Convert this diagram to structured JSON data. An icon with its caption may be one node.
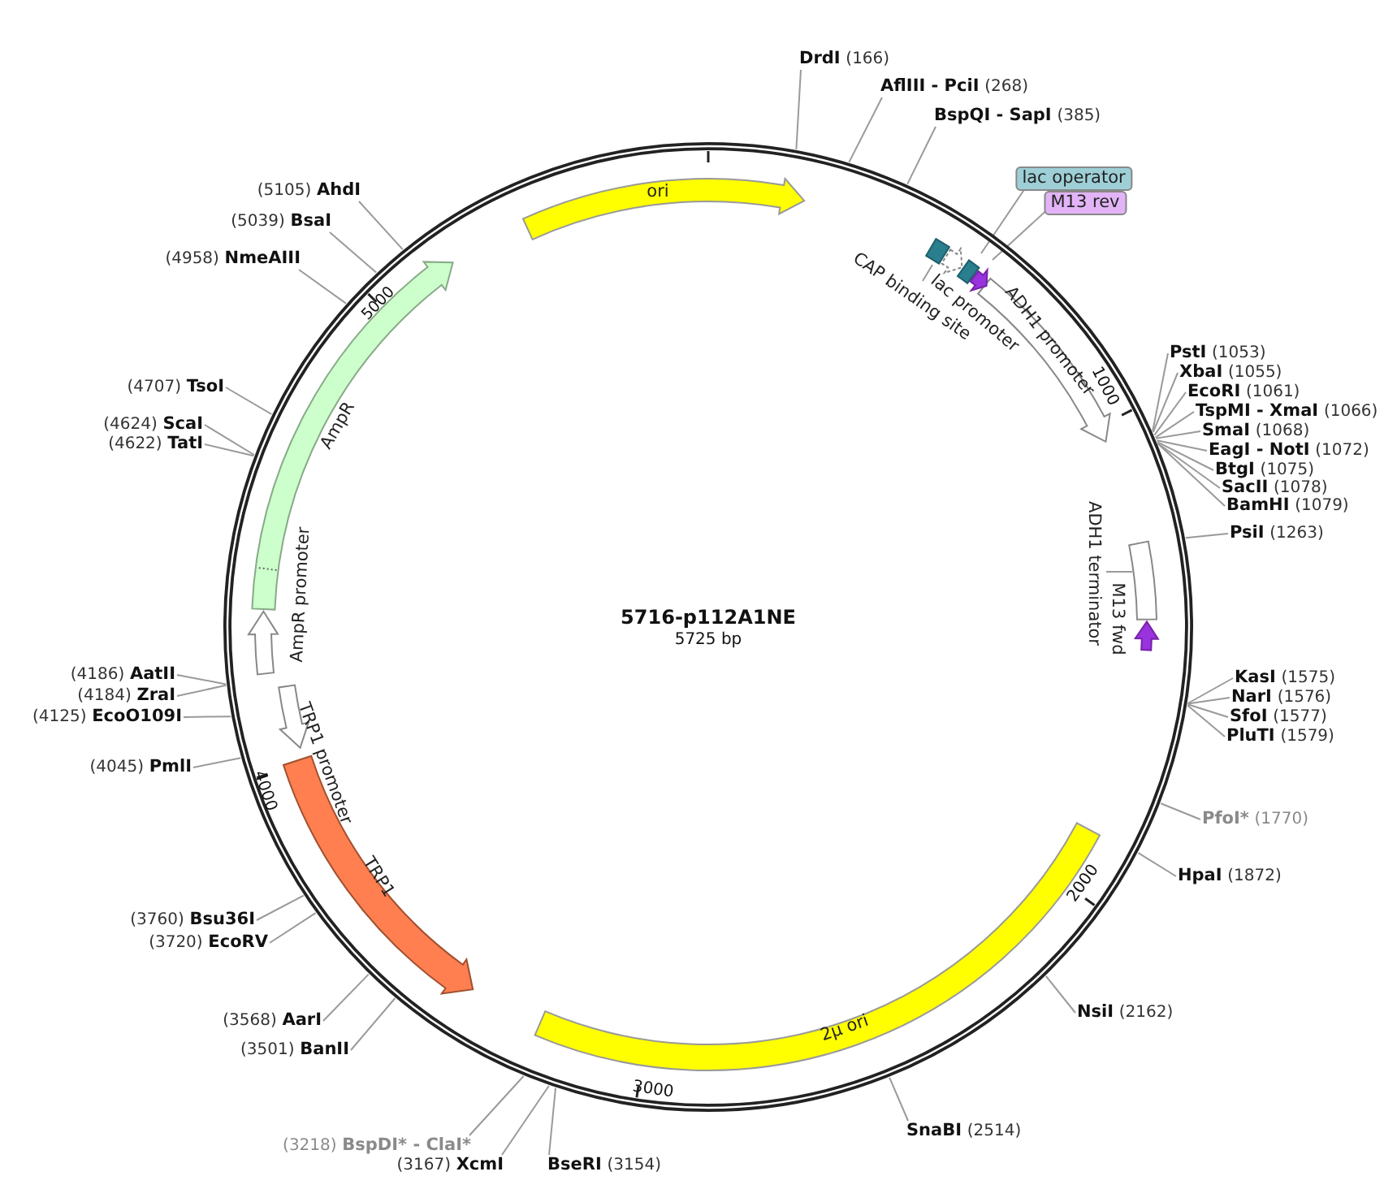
{
  "diagram": {
    "nodes": [
      {
        "text": [
          "DrdI",
          "(166)"
        ]
      },
      {
        "text": [
          "AflIII - PciI",
          "(268)"
        ]
      },
      {
        "text": [
          "BspQI - SapI",
          "(385)"
        ]
      },
      {
        "text": [
          "PstI",
          "(1053)"
        ]
      },
      {
        "text": [
          "XbaI",
          "(1055)"
        ]
      },
      {
        "text": [
          "EcoRI",
          "(1061)"
        ]
      },
      {
        "text": [
          "TspMI - XmaI",
          "(1066)"
        ]
      },
      {
        "text": [
          "SmaI",
          "(1068)"
        ]
      },
      {
        "text": [
          "EagI - NotI",
          "(1072)"
        ]
      },
      {
        "text": [
          "BtgI",
          "(1075)"
        ]
      },
      {
        "text": [
          "SacII",
          "(1078)"
        ]
      },
      {
        "text": [
          "BamHI",
          "(1079)"
        ]
      },
      {
        "text": [
          "PsiI",
          "(1263)"
        ]
      },
      {
        "text": [
          "KasI",
          "(1575)"
        ]
      },
      {
        "text": [
          "NarI",
          "(1576)"
        ]
      },
      {
        "text": [
          "SfoI",
          "(1577)"
        ]
      },
      {
        "text": [
          "PluTI",
          "(1579)"
        ]
      },
      {
        "text": [
          "PfoI*",
          "(1770)"
        ]
      },
      {
        "text": [
          "HpaI",
          "(1872)"
        ]
      },
      {
        "text": [
          "NsiI",
          "(2162)"
        ]
      },
      {
        "text": [
          "SnaBI",
          "(2514)"
        ]
      },
      {
        "text": [
          "BseRI",
          "(3154)"
        ]
      },
      {
        "text": [
          "(3167)",
          "XcmI"
        ]
      },
      {
        "text": [
          "(3218)",
          "BspDI* - ClaI*"
        ]
      },
      {
        "text": [
          "(3501)",
          "BanII"
        ]
      },
      {
        "text": [
          "(3568)",
          "AarI"
        ]
      },
      {
        "text": [
          "(3720)",
          "EcoRV"
        ]
      },
      {
        "text": [
          "(3760)",
          "Bsu36I"
        ]
      },
      {
        "text": [
          "(4045)",
          "PmlI"
        ]
      },
      {
        "text": [
          "(4125)",
          "EcoO109I"
        ]
      },
      {
        "text": [
          "(4184)",
          "ZraI"
        ]
      },
      {
        "text": [
          "(4186)",
          "AatII"
        ]
      },
      {
        "text": [
          "(4622)",
          "TatI"
        ]
      },
      {
        "text": [
          "(4624)",
          "ScaI"
        ]
      },
      {
        "text": [
          "(4707)",
          "TsoI"
        ]
      },
      {
        "text": [
          "(4958)",
          "NmeAIII"
        ]
      },
      {
        "text": [
          "(5039)",
          "BsaI"
        ]
      },
      {
        "text": [
          "(5105)",
          "AhdI"
        ]
      },
      {
        "text": [
          "ori"
        ]
      },
      {
        "text": [
          "ADH1 promoter"
        ]
      },
      {
        "text": [
          "ADH1 terminator"
        ]
      },
      {
        "text": [],
        "shape": "box"
      },
      {
        "text": [
          "M13 fwd"
        ]
      },
      {
        "text": [
          "2μ ori"
        ]
      },
      {
        "text": [
          "TRP1"
        ]
      },
      {
        "text": [
          "TRP1 promoter"
        ]
      },
      {
        "text": [
          "AmpR promoter"
        ]
      },
      {
        "text": [
          "AmpR"
        ]
      },
      {
        "text": [
          "CAP binding site"
        ]
      },
      {
        "text": [],
        "shape": "box"
      },
      {
        "text": [
          "lac promoter"
        ]
      },
      {
        "text": [
          "lac operator"
        ]
      },
      {
        "text": [],
        "shape": "box"
      },
      {
        "text": [
          "M13 rev"
        ]
      },
      {
        "text": [],
        "shape": "arrow"
      }
    ],
    "edges": [
      {
        "from": 0,
        "to": null,
        "arrow": "none"
      },
      {
        "from": 1,
        "to": null,
        "arrow": "none"
      },
      {
        "from": 2,
        "to": null,
        "arrow": "none"
      },
      {
        "from": 3,
        "to": null,
        "arrow": "none"
      },
      {
        "from": 4,
        "to": null,
        "arrow": "none"
      },
      {
        "from": 5,
        "to": null,
        "arrow": "none"
      },
      {
        "from": 6,
        "to": null,
        "arrow": "none"
      },
      {
        "from": 7,
        "to": null,
        "arrow": "none"
      },
      {
        "from": 8,
        "to": null,
        "arrow": "none"
      },
      {
        "from": 9,
        "to": null,
        "arrow": "none"
      },
      {
        "from": 10,
        "to": null,
        "arrow": "none"
      },
      {
        "from": 11,
        "to": null,
        "arrow": "none"
      },
      {
        "from": 12,
        "to": null,
        "arrow": "none"
      },
      {
        "from": 13,
        "to": null,
        "arrow": "none"
      },
      {
        "from": 14,
        "to": null,
        "arrow": "none"
      },
      {
        "from": 15,
        "to": null,
        "arrow": "none"
      },
      {
        "from": 16,
        "to": null,
        "arrow": "none"
      },
      {
        "from": 17,
        "to": null,
        "arrow": "none"
      },
      {
        "from": 18,
        "to": null,
        "arrow": "none"
      },
      {
        "from": 19,
        "to": null,
        "arrow": "none"
      },
      {
        "from": 20,
        "to": null,
        "arrow": "none"
      },
      {
        "from": 21,
        "to": null,
        "arrow": "none"
      },
      {
        "from": 22,
        "to": null,
        "arrow": "none"
      },
      {
        "from": 23,
        "to": null,
        "arrow": "none"
      },
      {
        "from": 24,
        "to": null,
        "arrow": "none"
      },
      {
        "from": 25,
        "to": null,
        "arrow": "none"
      },
      {
        "from": 26,
        "to": null,
        "arrow": "none"
      },
      {
        "from": 27,
        "to": null,
        "arrow": "none"
      },
      {
        "from": 28,
        "to": null,
        "arrow": "none"
      },
      {
        "from": 29,
        "to": null,
        "arrow": "none"
      },
      {
        "from": 30,
        "to": null,
        "arrow": "none"
      },
      {
        "from": 31,
        "to": null,
        "arrow": "none"
      },
      {
        "from": 32,
        "to": null,
        "arrow": "none"
      },
      {
        "from": 33,
        "to": null,
        "arrow": "none"
      },
      {
        "from": 34,
        "to": null,
        "arrow": "none"
      },
      {
        "from": 35,
        "to": null,
        "arrow": "none"
      },
      {
        "from": 36,
        "to": null,
        "arrow": "none"
      },
      {
        "from": 37,
        "to": null,
        "arrow": "none"
      },
      {
        "from": 48,
        "to": 49,
        "arrow": "none"
      },
      {
        "from": 51,
        "to": 52,
        "arrow": "none"
      },
      {
        "from": 53,
        "to": 54,
        "arrow": "none"
      },
      {
        "from": 40,
        "to": 41,
        "arrow": "none"
      }
    ],
    "labels": [
      "5716-p112A1NE",
      "5725 bp",
      "1000",
      "2000",
      "3000",
      "4000",
      "5000"
    ]
  }
}
